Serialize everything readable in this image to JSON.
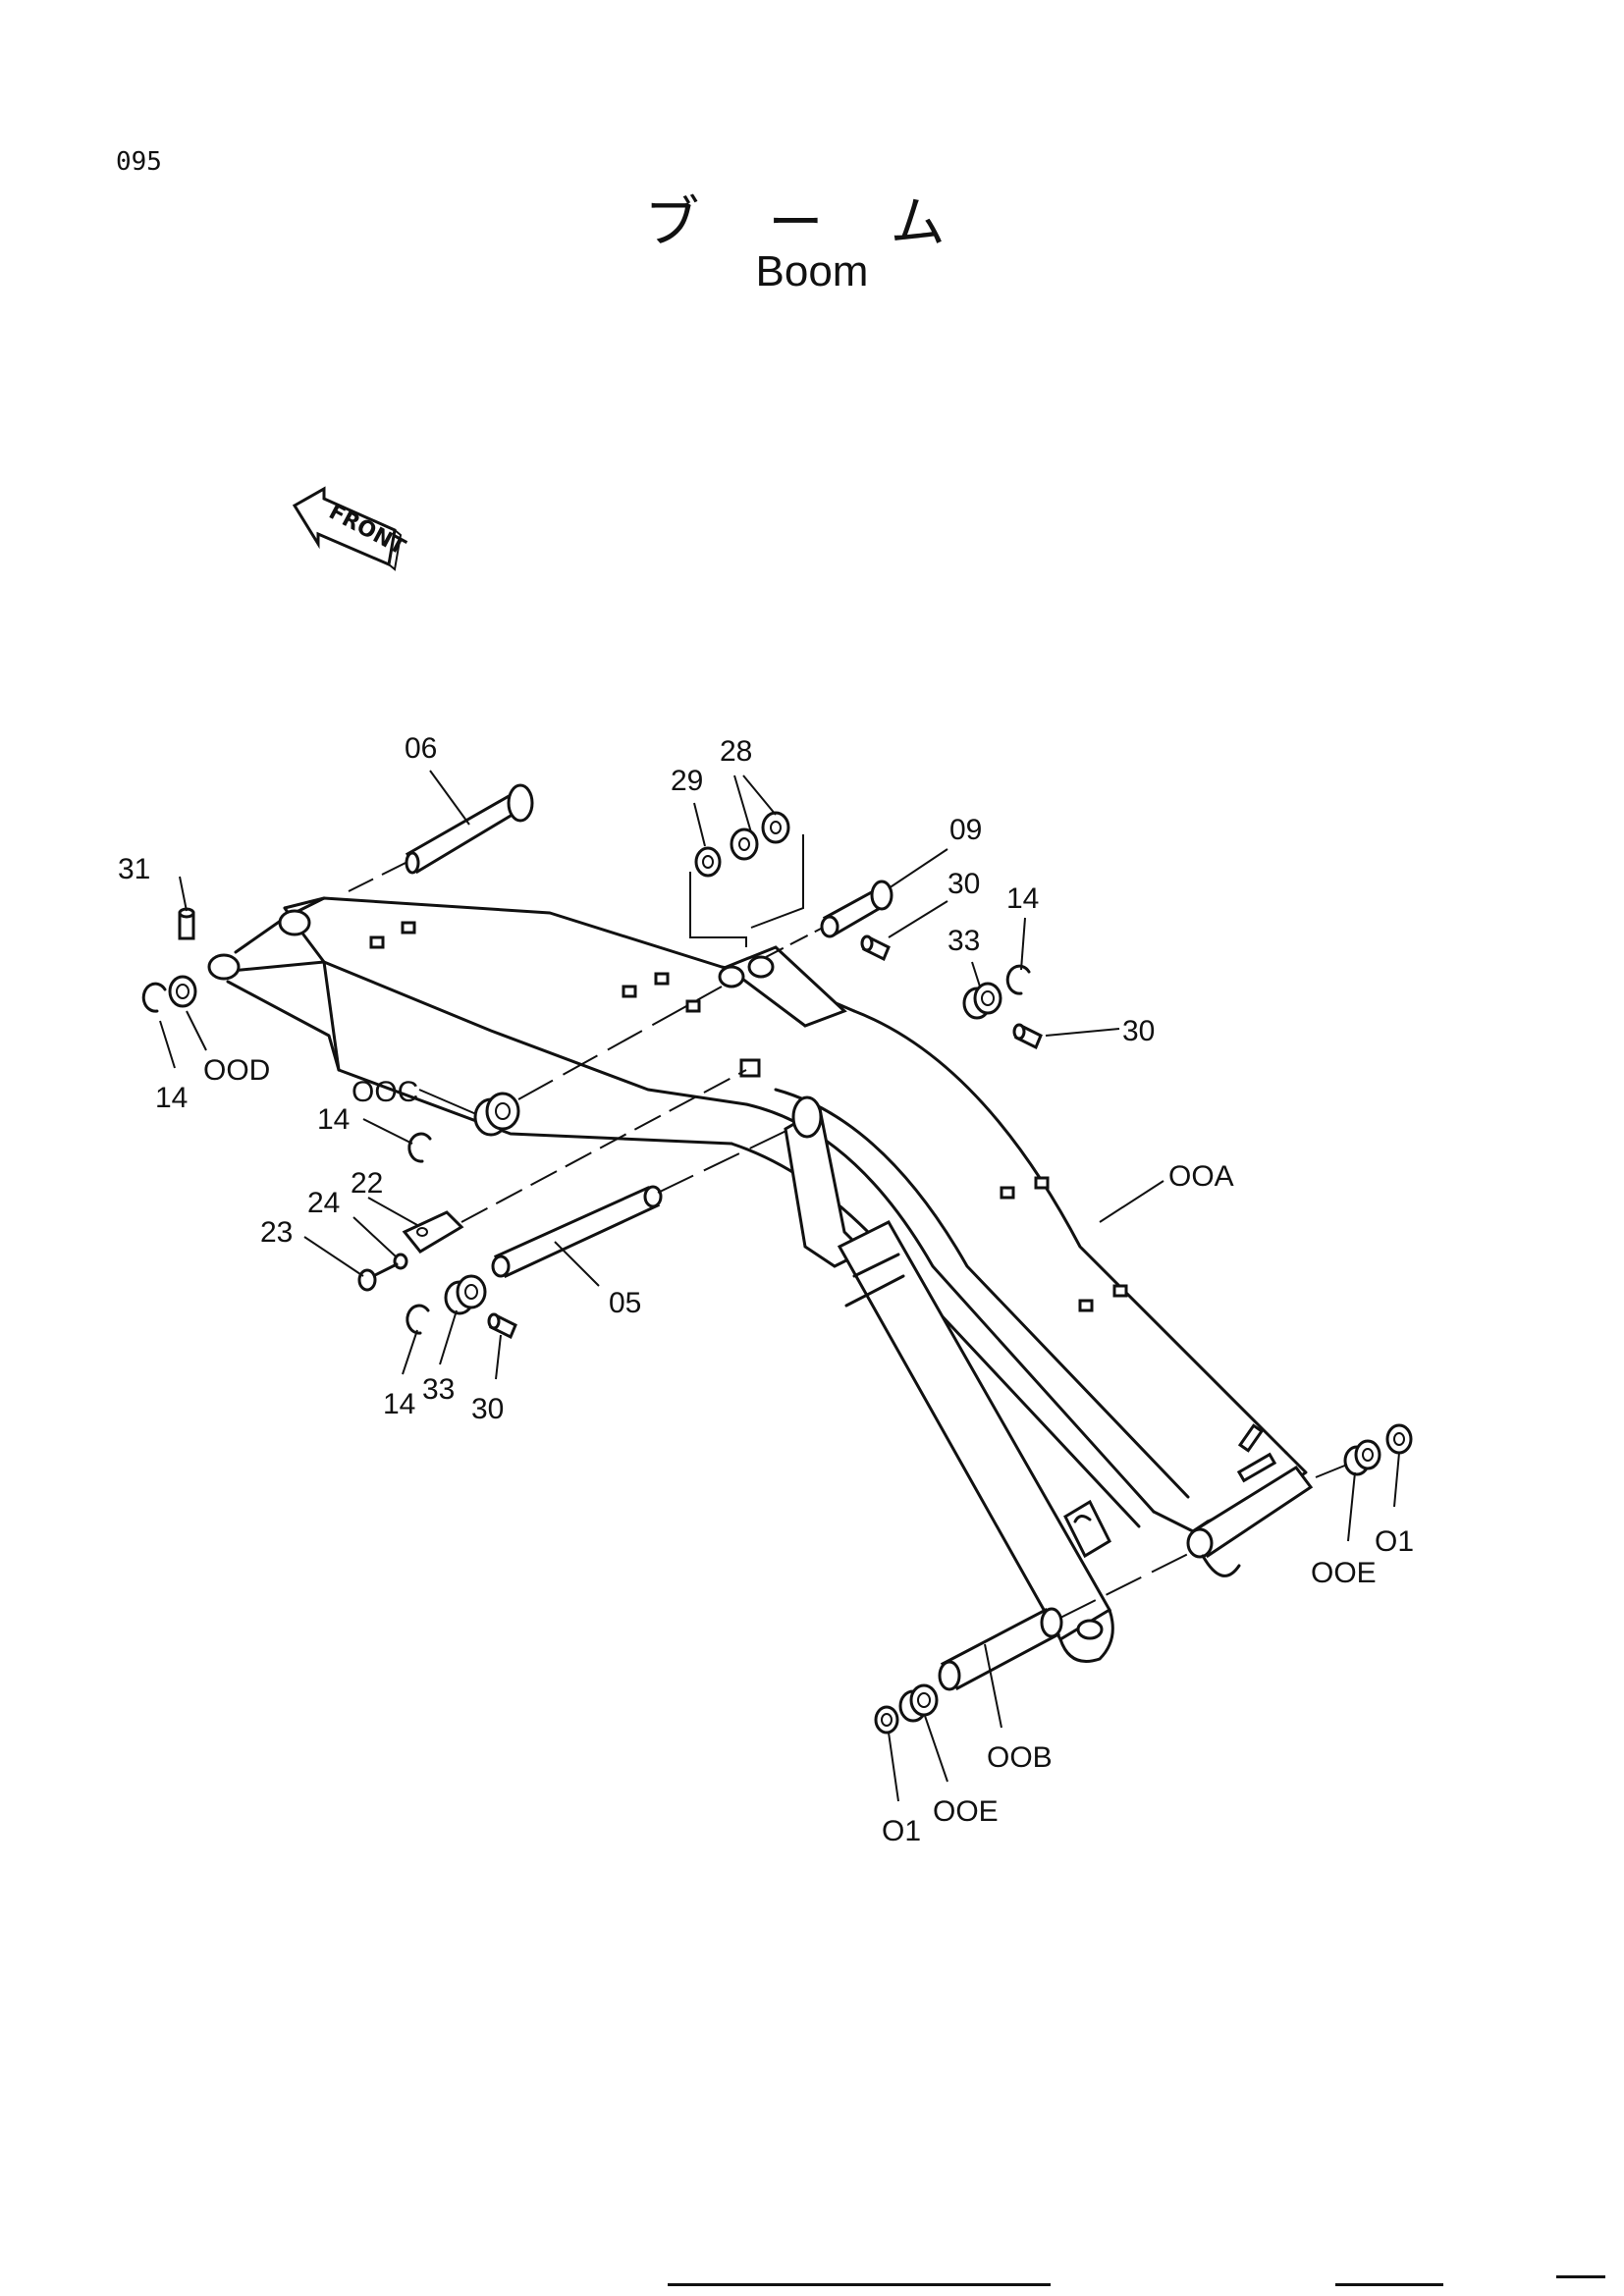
{
  "page_code": "095",
  "title_ja": "ブーム",
  "title_en": "Boom",
  "front_label": "FRONT",
  "callouts": {
    "p06": "06",
    "p28": "28",
    "p29": "29",
    "p09": "09",
    "p31": "31",
    "p30a": "30",
    "p14a": "14",
    "p33a": "33",
    "p30b": "30",
    "p14b": "14",
    "p00D": "OOD",
    "p00C": "OOC",
    "p14c": "14",
    "p22": "22",
    "p24": "24",
    "p23": "23",
    "p05": "05",
    "p00A": "OOA",
    "p14d": "14",
    "p33b": "33",
    "p30c": "30",
    "p00E_r": "OOE",
    "p01_r": "O1",
    "p00B": "OOB",
    "p00E_b": "OOE",
    "p01_b": "O1"
  }
}
